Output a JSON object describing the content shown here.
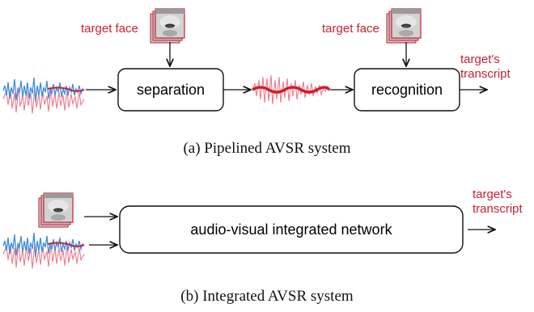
{
  "panel_a": {
    "face_label_1": "target face",
    "face_label_2": "target face",
    "block_1": "separation",
    "block_2": "recognition",
    "output_line_1": "target's",
    "output_line_2": "transcript",
    "caption": "(a) Pipelined AVSR system"
  },
  "panel_b": {
    "block": "audio-visual integrated network",
    "output_line_1": "target's",
    "output_line_2": "transcript",
    "caption": "(b) Integrated AVSR system"
  },
  "icons": [
    "face-image",
    "mixed-waveform",
    "separated-waveform"
  ],
  "colors": {
    "accent_red": "#cc1f2f",
    "wave_blue": "#3d8de0",
    "wave_pink": "#f07a8a"
  }
}
